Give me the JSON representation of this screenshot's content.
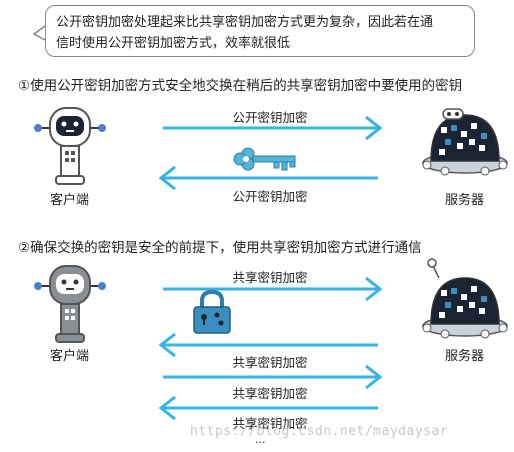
{
  "callout": {
    "line1": "公开密钥加密处理起来比共享密钥加密方式更为复杂，因此若在通",
    "line2": "信时使用公开密钥加密方式，效率就很低"
  },
  "step1": {
    "title": "①使用公开密钥加密方式安全地交换在稍后的共享密钥加密中要使用的密钥",
    "client_label": "客户端",
    "server_label": "服务器",
    "arrow_top_label": "公开密钥加密",
    "arrow_bottom_label": "公开密钥加密",
    "center_icon": "key-icon"
  },
  "step2": {
    "title": "②确保交换的密钥是安全的前提下，使用共享密钥加密方式进行通信",
    "client_label": "客户端",
    "server_label": "服务器",
    "arrow_labels": [
      "共享密钥加密",
      "共享密钥加密",
      "共享密钥加密",
      "共享密钥加密"
    ],
    "center_icon": "padlock-icon",
    "ellipsis": "..."
  },
  "watermark": "https://blog.csdn.net/maydaysar",
  "colors": {
    "arrow": "#35b3e6",
    "key": "#56b4d8",
    "lock": "#3a8fbf",
    "robot_dark": "#1b2433",
    "robot_gray": "#8a8f95"
  }
}
